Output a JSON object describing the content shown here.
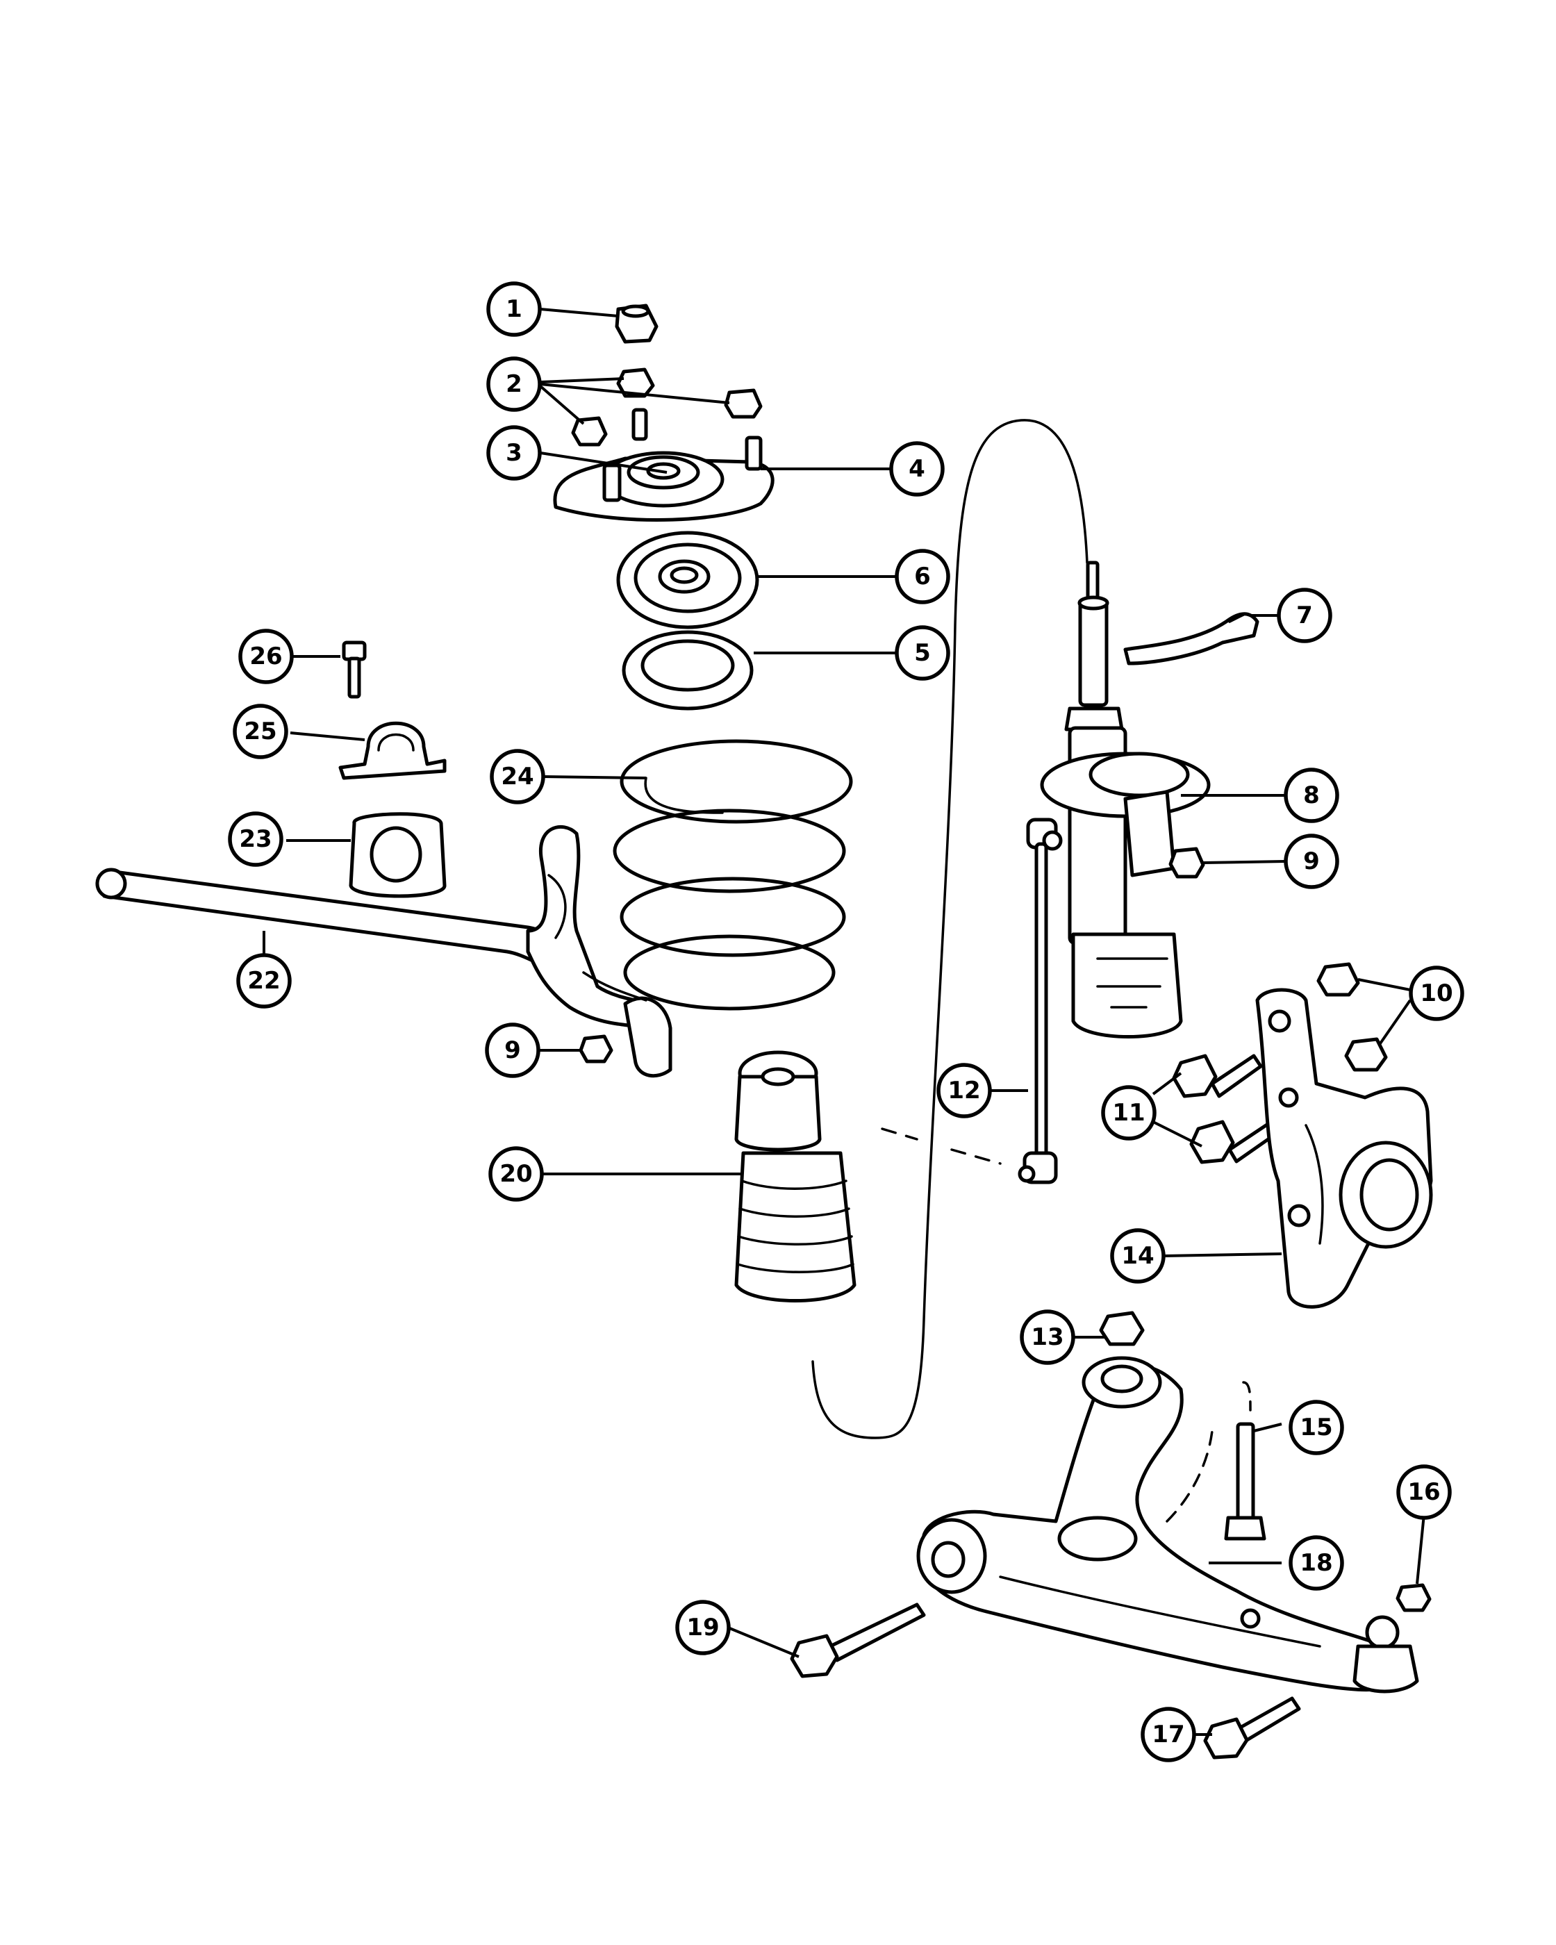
{
  "diagram": {
    "callouts": [
      "1",
      "2",
      "3",
      "4",
      "5",
      "6",
      "7",
      "8",
      "9",
      "9",
      "10",
      "11",
      "12",
      "13",
      "14",
      "15",
      "16",
      "17",
      "18",
      "19",
      "20",
      "22",
      "23",
      "24",
      "25",
      "26"
    ]
  }
}
